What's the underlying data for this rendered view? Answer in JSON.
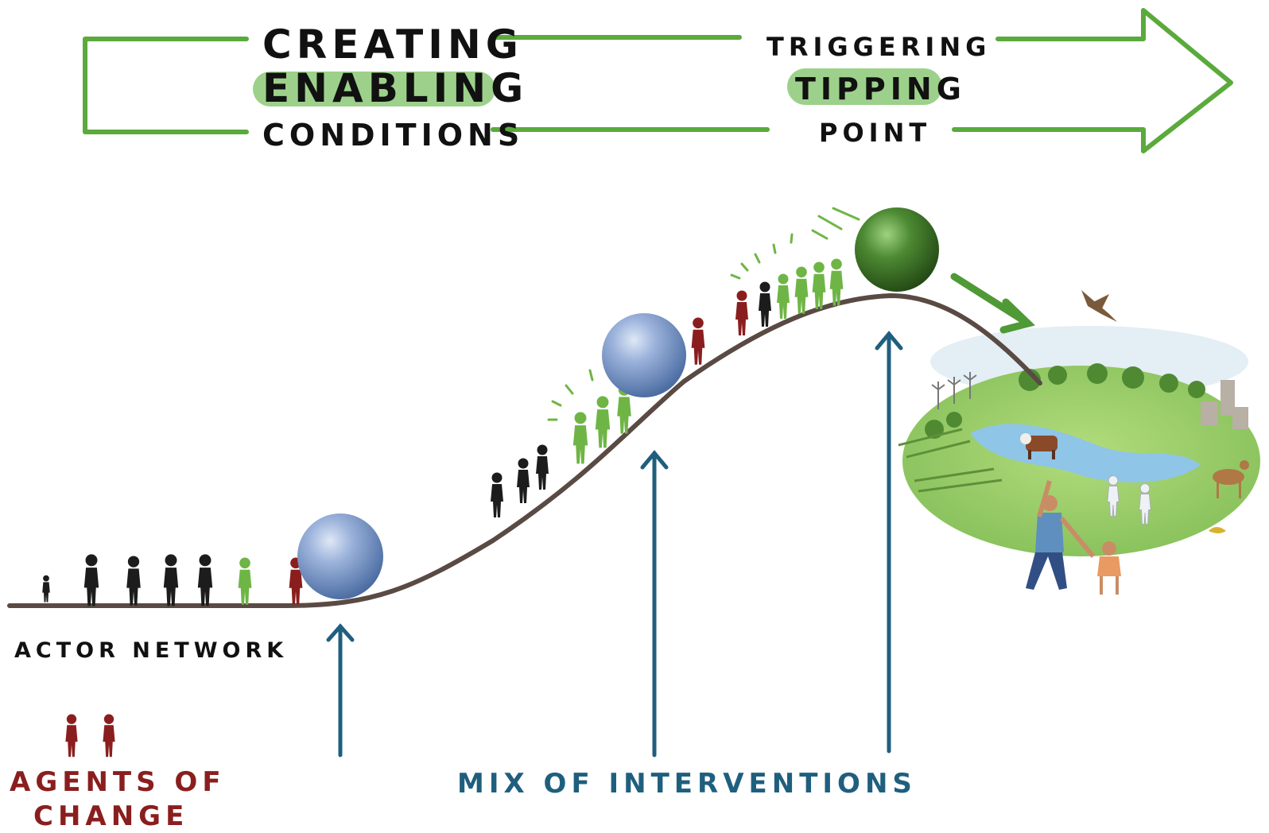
{
  "process_arrow": {
    "stage1": {
      "line1": "CREATING",
      "line2": "ENABLING",
      "line3": "CONDITIONS"
    },
    "stage2": {
      "line1": "TRIGGERING",
      "line2": "TIPPING",
      "line3": "POINT"
    }
  },
  "labels": {
    "actor_network": "ACTOR NETWORK",
    "agents_line1": "AGENTS OF",
    "agents_line2": "CHANGE",
    "interventions": "MIX OF INTERVENTIONS"
  },
  "colors": {
    "arrow_green": "#5aaa3c",
    "highlight_green": "#7cc264",
    "curve": "#5a4a44",
    "ball_blue": "#7f9ccd",
    "ball_green": "#3e6f27",
    "figure_black": "#1c1c1c",
    "figure_green": "#6fb545",
    "figure_red": "#8a1e1e",
    "intervention_blue": "#1f5f7e",
    "agents_red": "#8a1e1e"
  }
}
